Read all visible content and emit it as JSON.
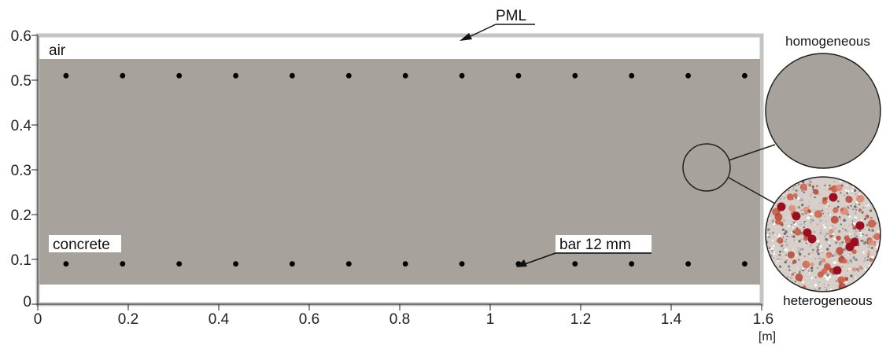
{
  "diagram": {
    "units_label": "[m]",
    "x_ticks": [
      "0",
      "0.2",
      "0.4",
      "0.6",
      "0.8",
      "1",
      "1.2",
      "1.4",
      "1.6"
    ],
    "y_ticks": [
      "0",
      "0.1",
      "0.2",
      "0.3",
      "0.4",
      "0.5",
      "0.6"
    ],
    "pml_label": "PML",
    "air_label": "air",
    "concrete_label": "concrete",
    "bar_label": "bar 12 mm",
    "homogeneous_label": "homogeneous",
    "heterogeneous_label": "heterogeneous",
    "bar_rows_y_m": [
      0.51,
      0.09
    ],
    "bar_x_m": [
      0.0625,
      0.1875,
      0.3125,
      0.4375,
      0.5625,
      0.6875,
      0.8125,
      0.9375,
      1.0625,
      1.1875,
      1.3125,
      1.4375,
      1.5625
    ],
    "colors": {
      "concrete": "#a7a39c",
      "pml_frame": "#c4c4c4",
      "bar": "#000000",
      "aggregate_dark": "#9b0e1e"
    }
  }
}
